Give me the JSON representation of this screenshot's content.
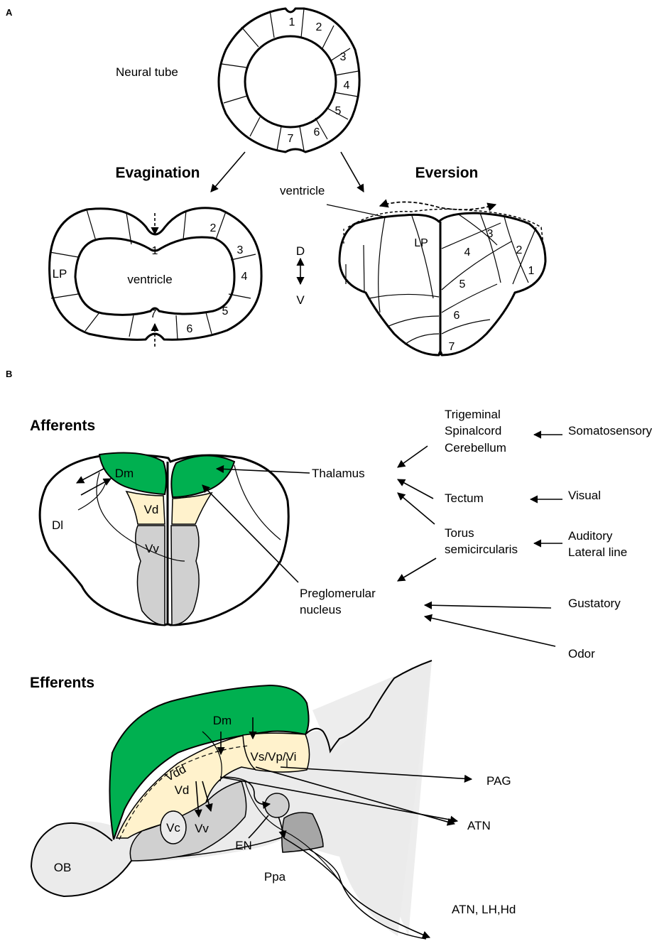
{
  "panels": {
    "a": "A",
    "b": "B"
  },
  "neural_tube": {
    "label": "Neural tube",
    "numbers": [
      "1",
      "2",
      "3",
      "4",
      "5",
      "6",
      "7"
    ]
  },
  "evagination": {
    "title": "Evagination",
    "ventricle": "ventricle",
    "lp": "LP",
    "numbers": [
      "1",
      "2",
      "3",
      "4",
      "5",
      "6",
      "7"
    ]
  },
  "axis": {
    "d": "D",
    "v": "V"
  },
  "eversion": {
    "title": "Eversion",
    "ventricle": "ventricle",
    "lp": "LP",
    "numbers": [
      "1",
      "2",
      "3",
      "4",
      "5",
      "6",
      "7"
    ]
  },
  "afferents": {
    "title": "Afferents",
    "regions": {
      "dm": "Dm",
      "dl": "Dl",
      "vd": "Vd",
      "vv": "Vv"
    },
    "thalamus": "Thalamus",
    "preglomerular": [
      "Preglomerular",
      "nucleus"
    ],
    "sources": {
      "trigeminal": [
        "Trigeminal",
        "Spinalcord",
        "Cerebellum"
      ],
      "tectum": "Tectum",
      "torus": [
        "Torus",
        "semicircularis"
      ]
    },
    "modalities": {
      "somatosensory": "Somatosensory",
      "visual": "Visual",
      "auditory": [
        "Auditory",
        "Lateral line"
      ],
      "gustatory": "Gustatory",
      "odor": "Odor"
    }
  },
  "efferents": {
    "title": "Efferents",
    "regions": {
      "dm": "Dm",
      "vsvpvi": "Vs/Vp/Vi",
      "vdd": "Vdd",
      "vd": "Vd",
      "vc": "Vc",
      "vv": "Vv",
      "en": "EN",
      "ppa": "Ppa",
      "ob": "OB"
    },
    "targets": {
      "pag": "PAG",
      "atn": "ATN",
      "atn_lh_hd": "ATN, LH,Hd"
    }
  },
  "colors": {
    "pallium_green": "#00B050",
    "subpallium_cream": "#FFF2CC",
    "ventral_gray": "#D0D0D0",
    "brain_gray": "#EBEBEB",
    "ppa_gray": "#A6A6A6"
  }
}
